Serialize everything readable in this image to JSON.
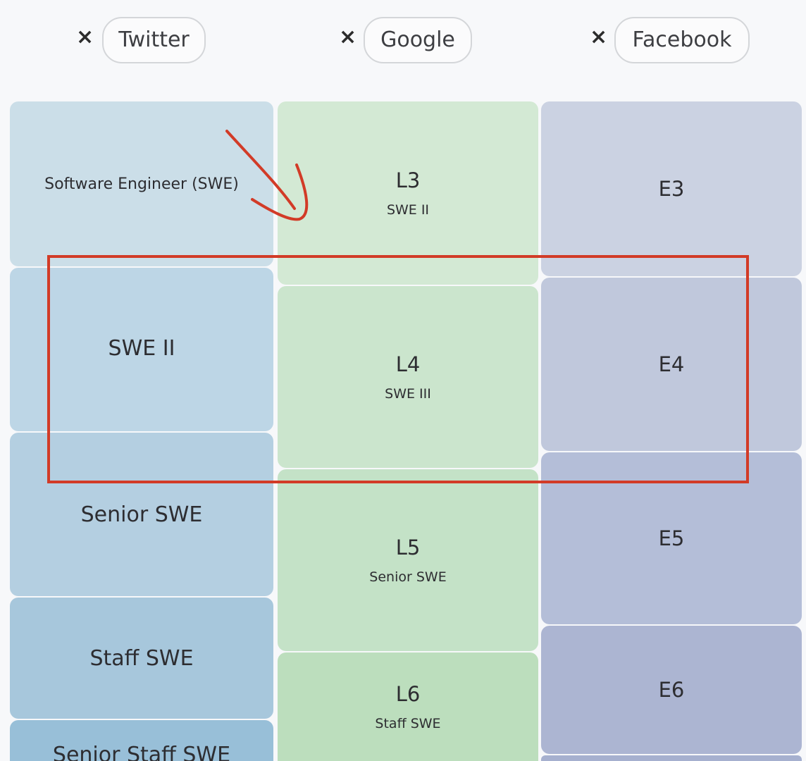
{
  "companies": [
    {
      "name": "Twitter",
      "remove_icon": "×"
    },
    {
      "name": "Google",
      "remove_icon": "×"
    },
    {
      "name": "Facebook",
      "remove_icon": "×"
    }
  ],
  "twitter_levels": [
    {
      "title": "Software Engineer (SWE)"
    },
    {
      "title": "SWE II"
    },
    {
      "title": "Senior SWE"
    },
    {
      "title": "Staff SWE"
    },
    {
      "title": "Senior Staff SWE"
    }
  ],
  "google_levels": [
    {
      "level": "L3",
      "title": "SWE II"
    },
    {
      "level": "L4",
      "title": "SWE III"
    },
    {
      "level": "L5",
      "title": "Senior SWE"
    },
    {
      "level": "L6",
      "title": "Staff SWE"
    }
  ],
  "facebook_levels": [
    {
      "level": "E3"
    },
    {
      "level": "E4"
    },
    {
      "level": "E5"
    },
    {
      "level": "E6"
    }
  ],
  "colors": {
    "twitter": [
      "#cbdee8",
      "#bdd6e6",
      "#b4cfe1",
      "#a7c7dc",
      "#98bfd8"
    ],
    "google": [
      "#d3e9d4",
      "#cbe5cd",
      "#c4e2c7",
      "#bcdebd"
    ],
    "facebook": [
      "#cbd2e2",
      "#c0c8dc",
      "#b4bed8",
      "#acb5d2",
      "#a6b0cf"
    ],
    "annotation": "#d23b27"
  }
}
